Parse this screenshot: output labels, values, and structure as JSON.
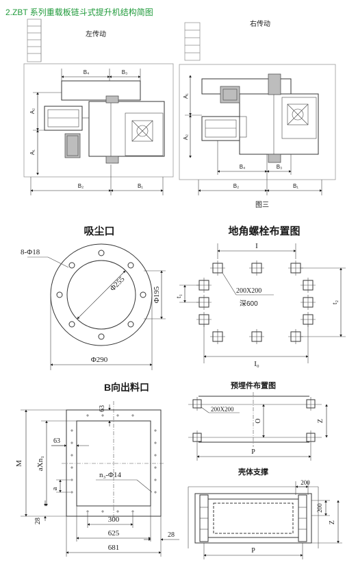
{
  "header": {
    "title": "2.ZBT 系列重载板链斗式提升机结构简图",
    "title_color": "#1f9a3a"
  },
  "fig3": {
    "left_label": "左传动",
    "right_label": "右传动",
    "caption": "图三",
    "dims": {
      "B4": "B₄",
      "B3": "B₃",
      "B2": "B₂",
      "B1": "B₁",
      "A2": "A₂",
      "A1": "A₁"
    }
  },
  "dust_port": {
    "title": "吸尘口",
    "holes": "8-Φ18",
    "inner_dia": "Φ255",
    "bolt_circle": "Φ195",
    "outer_dia": "Φ290"
  },
  "anchor_bolts": {
    "title": "地角螺栓布置图",
    "I": "I",
    "Io": "I₀",
    "t1": "t₁",
    "t2": "t₂",
    "size": "200X200",
    "depth": "深600"
  },
  "b_outlet": {
    "title": "B向出料口",
    "d63_top": "63",
    "d63_left": "63",
    "M": "M",
    "axn1": "aXn₁",
    "a": "a",
    "d28_left": "28",
    "holes": "n₃-Φ14",
    "d300": "300",
    "d625": "625",
    "d28_right": "28",
    "d681": "681"
  },
  "embedded": {
    "title": "预埋件布置图",
    "size": "200X200",
    "O": "O",
    "Z": "Z",
    "P": "P"
  },
  "shell_support": {
    "title": "壳体支撑",
    "d200_top": "200",
    "d200_side": "200",
    "Z": "Z",
    "P": "P"
  }
}
